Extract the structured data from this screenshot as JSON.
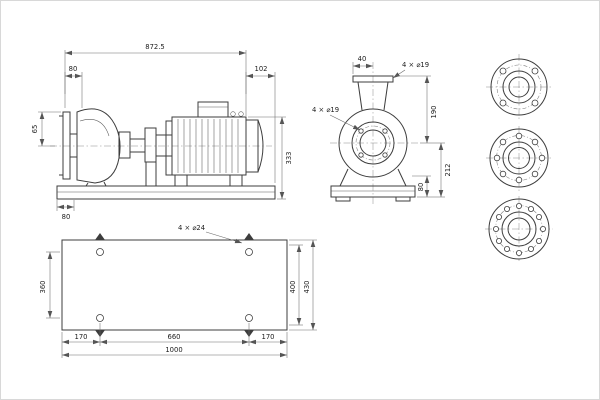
{
  "drawing": {
    "side_view": {
      "dim_overall": "872.5",
      "dim_front_top": "80",
      "dim_rear": "102",
      "dim_flange_height": "65",
      "dim_total_height": "333",
      "dim_front_bottom": "80"
    },
    "end_view": {
      "dim_discharge_width": "40",
      "callout_discharge_holes": "4 × ⌀19",
      "callout_suction_holes": "4 × ⌀19",
      "dim_discharge_height": "190",
      "dim_base_height": "80",
      "dim_center_height": "212"
    },
    "plan_view": {
      "callout_anchor_holes": "4 × ⌀24",
      "dim_width_inner": "360",
      "dim_width_holes": "400",
      "dim_width_outer": "430",
      "dim_length_left": "170",
      "dim_length_center": "660",
      "dim_length_right": "170",
      "dim_length_overall": "1000"
    }
  }
}
